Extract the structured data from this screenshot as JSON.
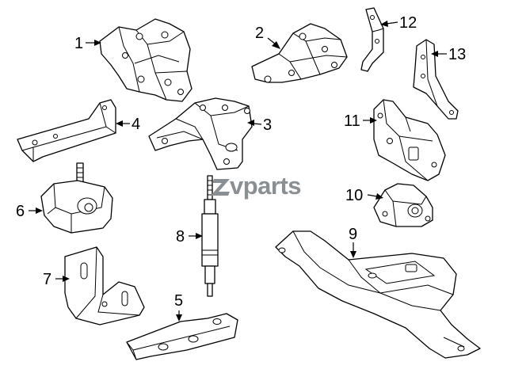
{
  "callouts": {
    "c1": "1",
    "c2": "2",
    "c3": "3",
    "c4": "4",
    "c5": "5",
    "c6": "6",
    "c7": "7",
    "c8": "8",
    "c9": "9",
    "c10": "10",
    "c11": "11",
    "c12": "12",
    "c13": "13"
  },
  "watermark": {
    "text": "vparts",
    "icon": "zv-logo-icon",
    "color": "#8a8f94"
  }
}
